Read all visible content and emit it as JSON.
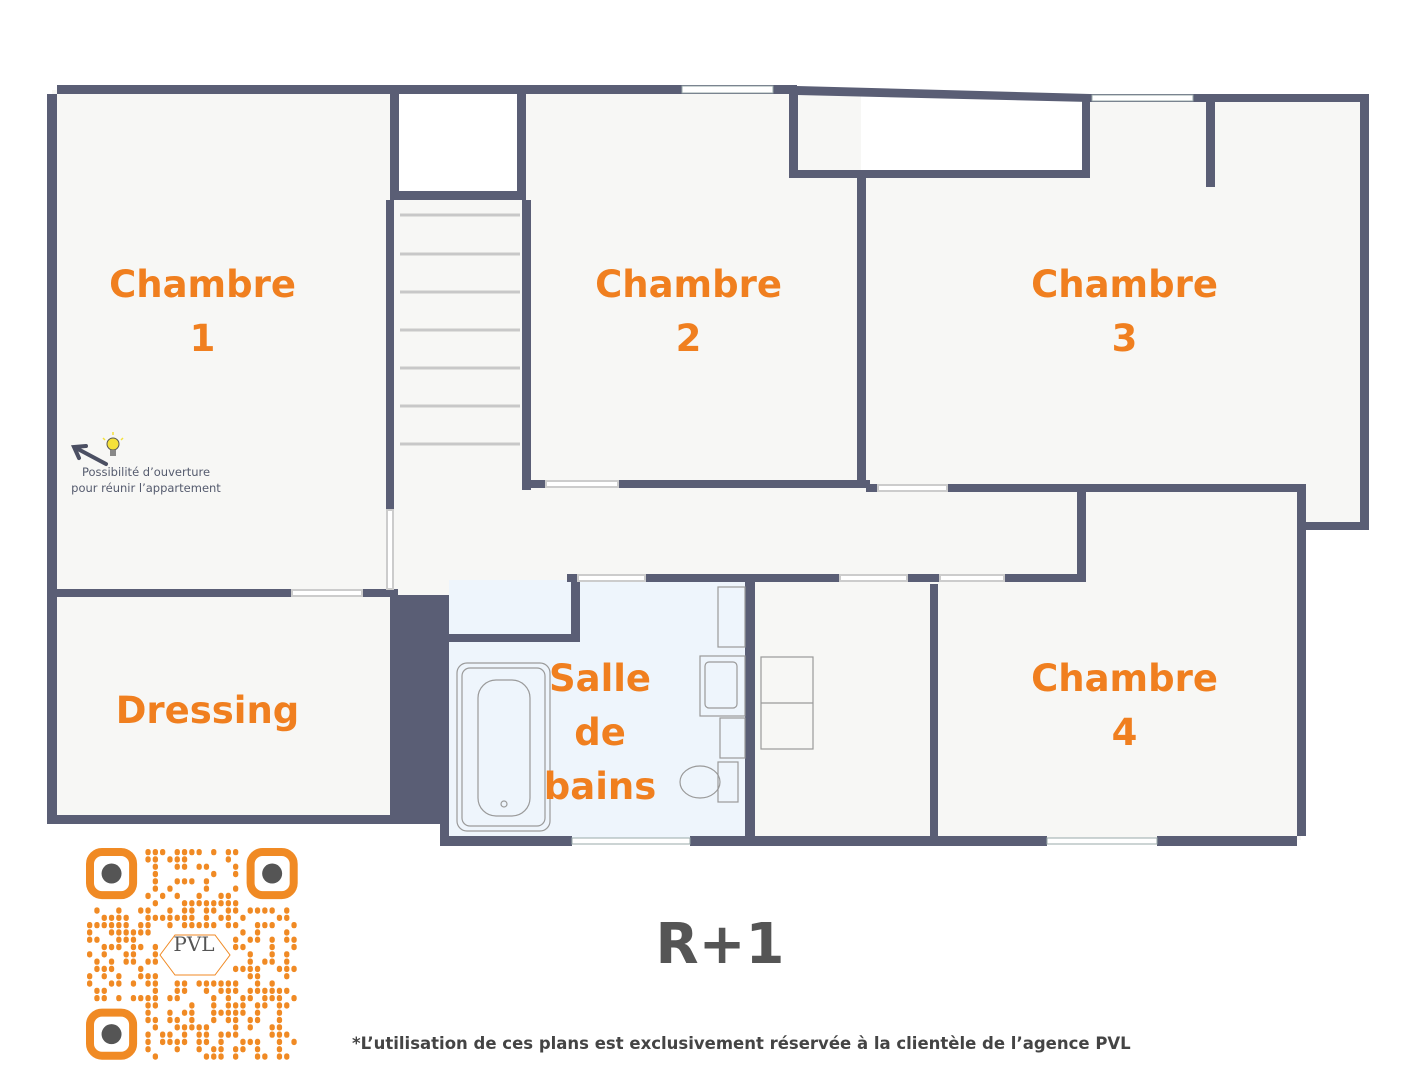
{
  "plan": {
    "level": "R+1",
    "rooms": [
      {
        "name": "Chambre",
        "number": "1"
      },
      {
        "name": "Chambre",
        "number": "2"
      },
      {
        "name": "Chambre",
        "number": "3"
      },
      {
        "name": "Chambre",
        "number": "4"
      },
      {
        "name": "Dressing"
      },
      {
        "line1": "Salle",
        "line2": "de",
        "line3": "bains"
      }
    ],
    "note": {
      "line1": "Possibilité d’ouverture",
      "line2": "pour réunir l’appartement",
      "icon": "lightbulb-icon"
    },
    "footer": "*L’utilisation de ces plans est exclusivement réservée à la clientèle de l’agence PVL",
    "qr_logo": "PVL",
    "colors": {
      "wall": "#5a5e75",
      "label": "#f07f1f",
      "floor": "#f7f7f5",
      "bathroom": "#eef5fc",
      "qr": "#f08a24"
    }
  }
}
